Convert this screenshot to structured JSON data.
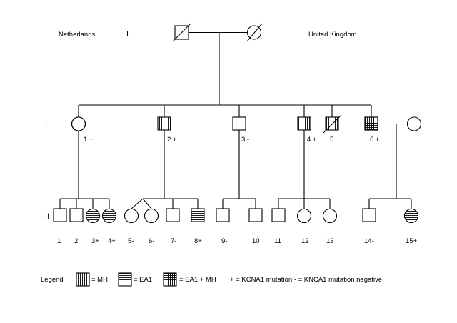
{
  "countries": {
    "left": "Netherlands",
    "right": "United Kingdom"
  },
  "generations": {
    "g1": "I",
    "g2": "II",
    "g3": "III"
  },
  "gen2": {
    "p1": "1 +",
    "p2": "2 +",
    "p3": "3 -",
    "p4": "4 +",
    "p5": "5",
    "p6": "6 +"
  },
  "gen3": [
    "1",
    "2",
    "3+",
    "4+",
    "5-",
    "6-",
    "7-",
    "8+",
    "9-",
    "10",
    "11",
    "12",
    "13",
    "14-",
    "15+"
  ],
  "legend": {
    "title": "Legend",
    "mh": "= MH",
    "ea1": "= EA1",
    "both": "= EA1 + MH",
    "mutation_note": "+ = KCNA1 mutation - = KNCA1 mutation negative"
  },
  "patterns": {
    "MH": "vertical stripes",
    "EA1": "horizontal stripes",
    "EA1_MH": "grid"
  }
}
